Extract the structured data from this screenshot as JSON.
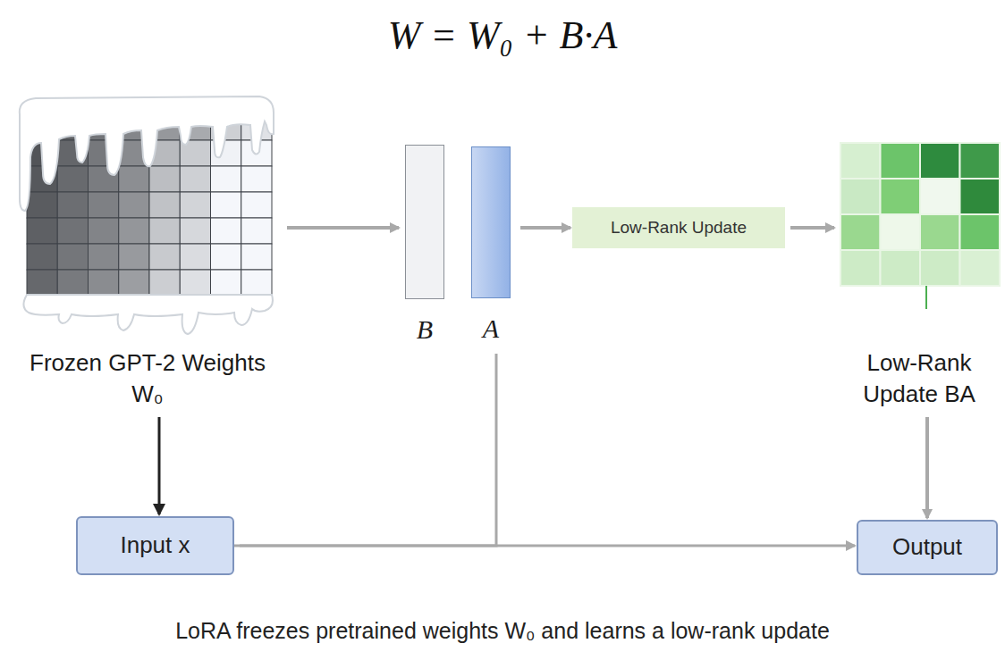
{
  "diagram": {
    "title": "W = W₀ + B·A",
    "caption": "LoRA freezes pretrained weights W₀ and learns a low-rank update",
    "nodes": [
      {
        "text": [
          "Frozen GPT-2 Weights W₀"
        ]
      },
      {
        "text": [
          "B"
        ]
      },
      {
        "text": [
          "A"
        ]
      },
      {
        "text": [
          "Low-Rank Update"
        ]
      },
      {
        "text": [
          "Low-Rank Update BA"
        ]
      },
      {
        "text": [
          "Input x"
        ]
      },
      {
        "text": [
          "Output"
        ]
      }
    ],
    "edges": [
      {
        "from": 0,
        "to": 1,
        "arrow": "to"
      },
      {
        "from": 2,
        "to": 3,
        "arrow": "to"
      },
      {
        "from": 3,
        "to": 4,
        "arrow": "to"
      },
      {
        "from": 0,
        "to": 5,
        "arrow": "to"
      },
      {
        "from": 4,
        "to": 6,
        "arrow": "to"
      },
      {
        "from": 5,
        "to": 6,
        "arrow": "to"
      },
      {
        "from": 5,
        "to": 2,
        "arrow": "none"
      }
    ]
  }
}
